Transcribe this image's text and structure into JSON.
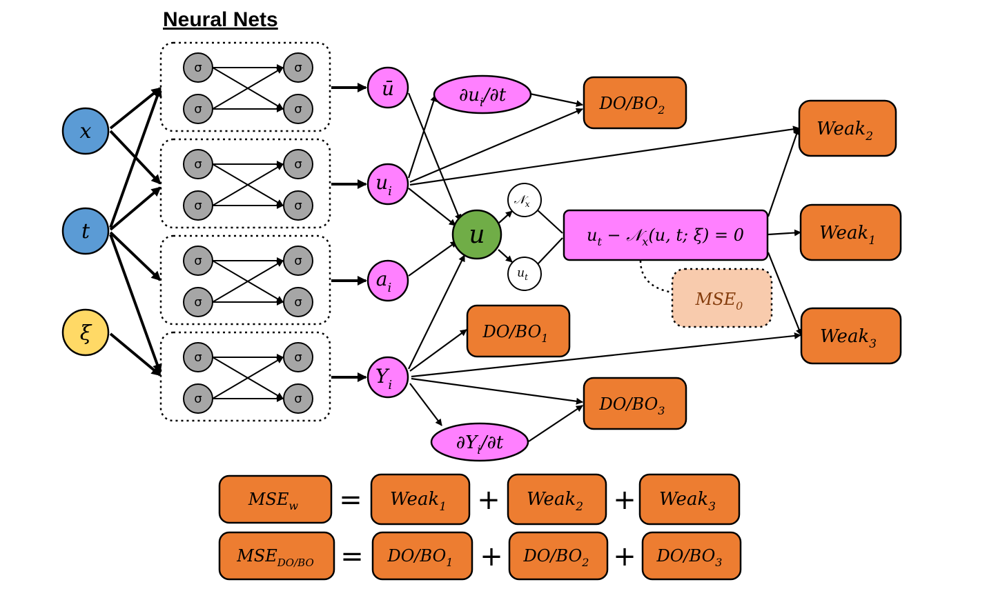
{
  "diagram": {
    "title": "Neural Nets",
    "colors": {
      "input_blue": "#5b9bd5",
      "input_yellow": "#ffd966",
      "output_pink": "#ff80ff",
      "loss_orange": "#ed7d31",
      "u_green": "#70ad47",
      "mse0_fill": "#f8cbad",
      "mse0_text": "#843c0c",
      "neuron_gray": "#a6a6a6"
    },
    "inputs": {
      "x": "x",
      "t": "t",
      "xi": "ξ"
    },
    "neuron_label": "σ",
    "nn_outputs": {
      "ubar": "ū",
      "ui": "u",
      "ui_sub": "i",
      "ai": "a",
      "ai_sub": "i",
      "Yi": "Y",
      "Yi_sub": "i"
    },
    "u_node": "u",
    "derivatives": {
      "dui_dt": "∂u",
      "dui_dt_sub": "i",
      "dui_dt_rest": "/∂t",
      "dYi_dt": "∂Y",
      "dYi_dt_sub": "i",
      "dYi_dt_rest": "/∂t"
    },
    "operators": {
      "Nx": "𝒩",
      "Nx_sub": "x",
      "ut": "u",
      "ut_sub": "t"
    },
    "pde": {
      "lhs": "u",
      "lhs_sub": "t",
      "mid": " − 𝒩",
      "mid_sub": "x",
      "rest": "(u, t; ξ) = 0"
    },
    "losses": {
      "do_bo_base": "DO/BO",
      "weak_base": "Weak",
      "sub1": "1",
      "sub2": "2",
      "sub3": "3",
      "mse0_base": "MSE",
      "mse0_sub": "0"
    },
    "equations": {
      "mse_w_base": "MSE",
      "mse_w_sub": "w",
      "mse_dobo_base": "MSE",
      "mse_dobo_sub": "DO/BO",
      "equals": "=",
      "plus": "+"
    }
  }
}
